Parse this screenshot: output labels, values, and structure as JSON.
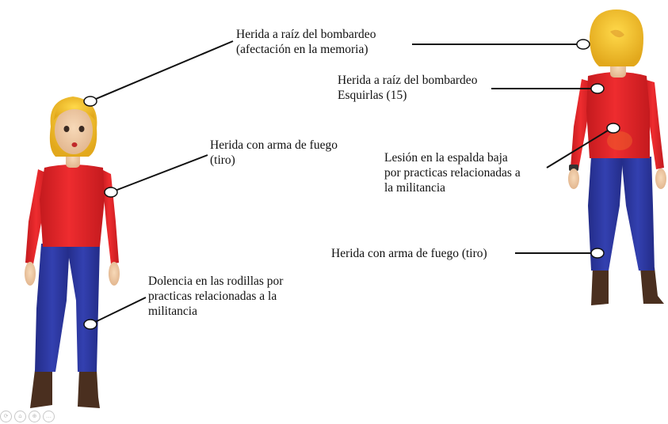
{
  "annotations": {
    "front_head": [
      "Herida a raíz del bombardeo",
      "(afectación en la memoria)"
    ],
    "front_arm": [
      "Herida con arma de fuego",
      "(tiro)"
    ],
    "front_knee": [
      "Dolencia en las rodillas por",
      "practicas relacionadas a la",
      "militancia"
    ],
    "back_shoulder": [
      "Herida a raíz del bombardeo",
      "Esquirlas (15)"
    ],
    "back_lower": [
      "Lesión en la espalda baja",
      "por practicas relacionadas a",
      "la militancia"
    ],
    "back_leg": [
      "Herida con arma de fuego (tiro)"
    ]
  },
  "viewer_tools": [
    {
      "icon": "rotate-icon",
      "glyph": "⟳"
    },
    {
      "icon": "home-icon",
      "glyph": "⌂"
    },
    {
      "icon": "zoom-icon",
      "glyph": "⊕"
    },
    {
      "icon": "more-icon",
      "glyph": "…"
    }
  ],
  "colors": {
    "shirt": "#e8272a",
    "pants": "#2f3aa3",
    "hair": "#f2c12a",
    "skin": "#efc8a2",
    "boots": "#4a2f1f",
    "line": "#111111"
  }
}
